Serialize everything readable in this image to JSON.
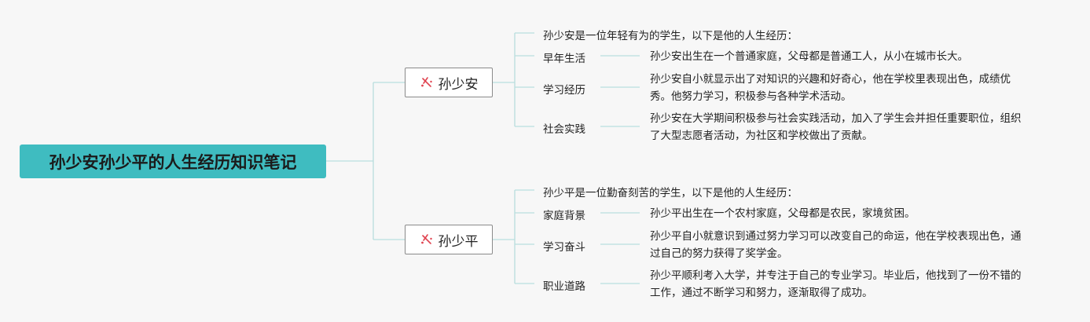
{
  "root": {
    "title": "孙少安孙少平的人生经历知识笔记"
  },
  "colors": {
    "accent": "#3fbcc0",
    "connector": "#b9dede",
    "tag_icon": "#e0424f"
  },
  "branches": [
    {
      "label": "孙少安",
      "icon": "tag-slash-icon",
      "intro": "孙少安是一位年轻有为的学生，以下是他的人生经历：",
      "items": [
        {
          "topic": "早年生活",
          "lines": [
            "孙少安出生在一个普通家庭，父母都是普通工人，从小在城市长大。"
          ]
        },
        {
          "topic": "学习经历",
          "lines": [
            "孙少安自小就显示出了对知识的兴趣和好奇心，他在学校里表现出色，成绩优",
            "秀。他努力学习，积极参与各种学术活动。"
          ]
        },
        {
          "topic": "社会实践",
          "lines": [
            "孙少安在大学期间积极参与社会实践活动，加入了学生会并担任重要职位，组织",
            "了大型志愿者活动，为社区和学校做出了贡献。"
          ]
        }
      ]
    },
    {
      "label": "孙少平",
      "icon": "tag-slash-icon",
      "intro": "孙少平是一位勤奋刻苦的学生，以下是他的人生经历：",
      "items": [
        {
          "topic": "家庭背景",
          "lines": [
            "孙少平出生在一个农村家庭，父母都是农民，家境贫困。"
          ]
        },
        {
          "topic": "学习奋斗",
          "lines": [
            "孙少平自小就意识到通过努力学习可以改变自己的命运，他在学校表现出色，通",
            "过自己的努力获得了奖学金。"
          ]
        },
        {
          "topic": "职业道路",
          "lines": [
            "孙少平顺利考入大学，并专注于自己的专业学习。毕业后，他找到了一份不错的",
            "工作，通过不断学习和努力，逐渐取得了成功。"
          ]
        }
      ]
    }
  ]
}
